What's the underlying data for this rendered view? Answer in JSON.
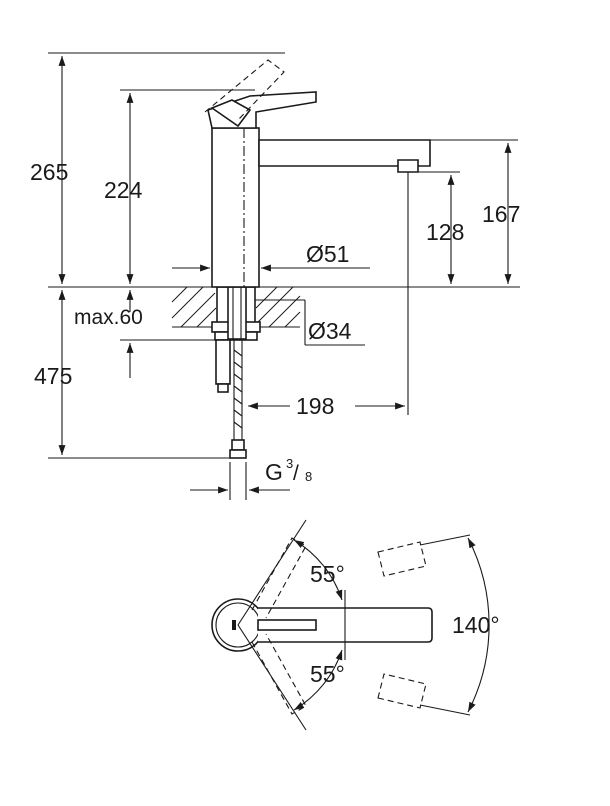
{
  "dimensions": {
    "total_height": "265",
    "lever_height": "224",
    "spout_height": "167",
    "outlet_height": "128",
    "body_diameter": "Ø51",
    "max_thickness": "max.60",
    "hole_diameter": "Ø34",
    "hose_length": "475",
    "spout_reach": "198",
    "thread_prefix": "G",
    "thread_num": "3",
    "thread_sep": "/",
    "thread_den": "8"
  },
  "angles": {
    "upper": "55°",
    "lower": "55°",
    "total": "140°"
  }
}
